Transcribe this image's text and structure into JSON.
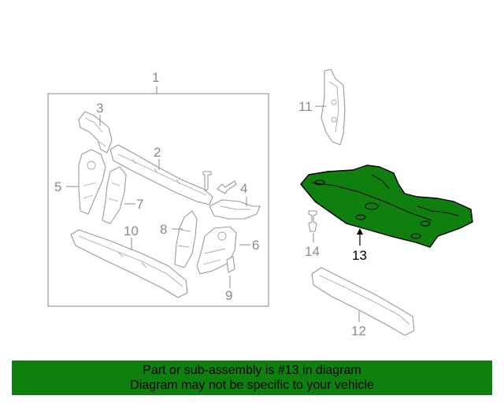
{
  "callouts": {
    "c1": "1",
    "c2": "2",
    "c3": "3",
    "c4": "4",
    "c5": "5",
    "c6": "6",
    "c7": "7",
    "c8": "8",
    "c9": "9",
    "c10": "10",
    "c11": "11",
    "c12": "12",
    "c13": "13",
    "c14": "14"
  },
  "highlighted_part": "13",
  "colors": {
    "highlight_fill": "#0f7f0f",
    "banner_bg": "#0f7f0f",
    "callout_text": "#8a8a8a",
    "line_art": "#9a9a9a"
  },
  "banner": {
    "line1": "Part or sub-assembly is #13 in diagram",
    "line2": "Diagram may not be specific to your vehicle"
  }
}
